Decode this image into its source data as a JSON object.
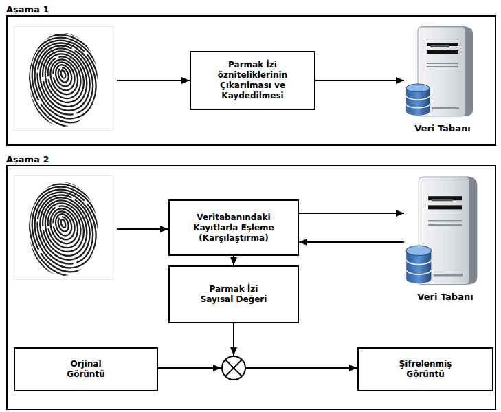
{
  "diagram": {
    "nodes": [
      {
        "text": [
          "Aşama 1"
        ]
      },
      {
        "text": [
          "Parmak İzi özniteliklerinin Çıkarılması ve Kaydedilmesi"
        ],
        "in": 0
      },
      {
        "text": [
          "Veri Tabanı"
        ],
        "in": 0
      },
      {
        "text": [
          "Aşama 2"
        ]
      },
      {
        "text": [
          "Veritabanındaki Kayıtlarla Eşleme (Karşılaştırma)"
        ],
        "in": 3
      },
      {
        "text": [
          "Veri Tabanı"
        ],
        "in": 3
      },
      {
        "text": [
          "Parmak İzi Sayısal Değeri"
        ],
        "in": 3
      },
      {
        "text": [
          "Orjinal Görüntü"
        ],
        "in": 3
      },
      {
        "text": [
          "Şifrelenmiş Görüntü"
        ],
        "in": 3
      }
    ],
    "edges": [
      {
        "from": 1,
        "to": 2,
        "arrow": "to"
      },
      {
        "from": 4,
        "to": 5,
        "arrow": "to"
      },
      {
        "from": 5,
        "to": 4,
        "arrow": "to"
      },
      {
        "from": 4,
        "to": 6,
        "arrow": "to"
      }
    ]
  }
}
